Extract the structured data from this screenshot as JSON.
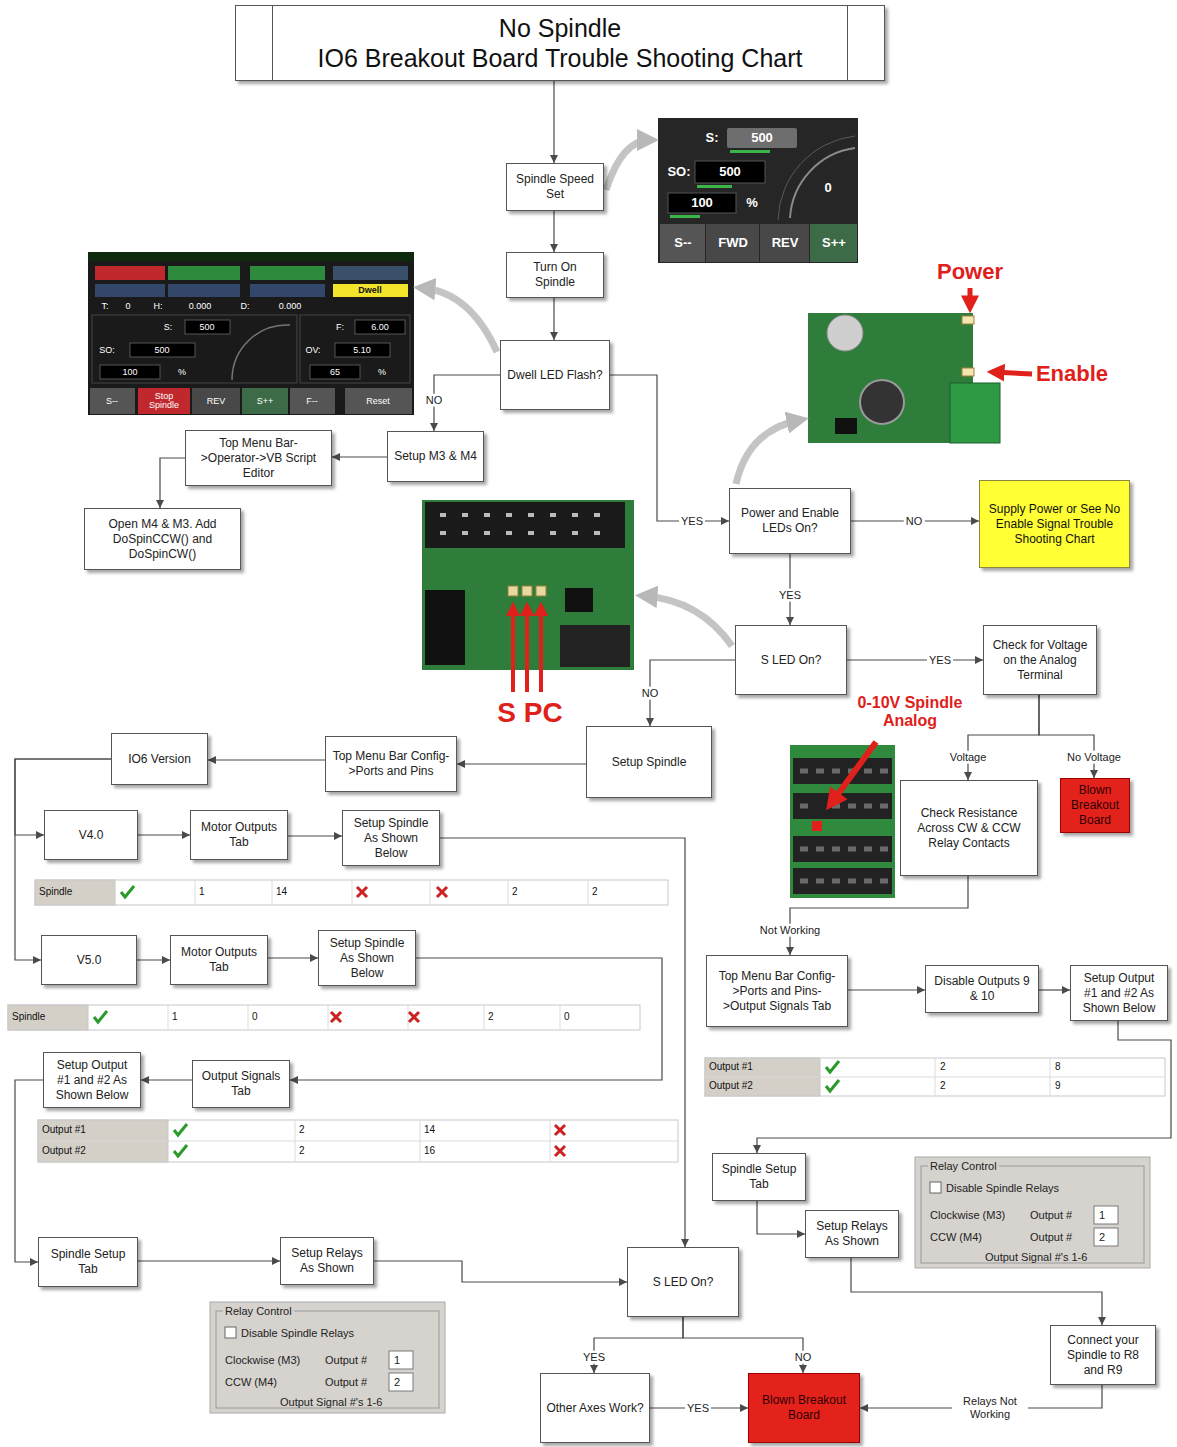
{
  "diagram": {
    "nodes": [
      {
        "text": [
          "No Spindle",
          "IO6 Breakout Board Trouble Shooting Chart"
        ]
      },
      {
        "text": [
          "Spindle Speed Set"
        ]
      },
      {
        "text": [
          "Turn On Spindle"
        ]
      },
      {
        "text": [
          "Dwell LED Flash?"
        ]
      },
      {
        "text": [
          "Setup M3 & M4"
        ]
      },
      {
        "text": [
          "Top Menu Bar->Operator->VB Script Editor"
        ]
      },
      {
        "text": [
          "Open M4 & M3. Add DoSpinCCW() and DoSpinCW()"
        ]
      },
      {
        "text": [
          "Power and Enable LEDs On?"
        ]
      },
      {
        "text": [
          "Supply Power or See No Enable Signal Trouble Shooting Chart"
        ]
      },
      {
        "text": [
          "S LED On?"
        ]
      },
      {
        "text": [
          "Check for Voltage on the Analog Terminal"
        ]
      },
      {
        "text": [
          "Blown Breakout Board"
        ]
      },
      {
        "text": [
          "Check Resistance Across CW & CCW Relay Contacts"
        ]
      },
      {
        "text": [
          "Setup Spindle"
        ]
      },
      {
        "text": [
          "Top Menu Bar Config->Ports and Pins"
        ]
      },
      {
        "text": [
          "IO6 Version"
        ]
      },
      {
        "text": [
          "V4.0"
        ]
      },
      {
        "text": [
          "Motor Outputs Tab"
        ]
      },
      {
        "text": [
          "Setup Spindle As Shown Below"
        ]
      },
      {
        "text": [
          "V5.0"
        ]
      },
      {
        "text": [
          "Motor Outputs Tab"
        ]
      },
      {
        "text": [
          "Setup Spindle As Shown Below"
        ]
      },
      {
        "text": [
          "Top Menu Bar Config->Ports and Pins->Output Signals Tab"
        ]
      },
      {
        "text": [
          "Disable Outputs 9 & 10"
        ]
      },
      {
        "text": [
          "Setup Output #1 and #2 As Shown Below"
        ]
      },
      {
        "text": [
          "Setup Output #1 and #2 As Shown Below"
        ]
      },
      {
        "text": [
          "Output Signals Tab"
        ]
      },
      {
        "text": [
          "Spindle Setup Tab"
        ]
      },
      {
        "text": [
          "Setup Relays As Shown"
        ]
      },
      {
        "text": [
          "Connect your Spindle to R8 and R9"
        ]
      },
      {
        "text": [
          "Spindle Setup Tab"
        ]
      },
      {
        "text": [
          "Setup Relays As Shown"
        ]
      },
      {
        "text": [
          "S LED On?"
        ]
      },
      {
        "text": [
          "Other Axes Work?"
        ]
      },
      {
        "text": [
          "Blown Breakout Board"
        ]
      }
    ],
    "edges": [
      {
        "from": 0,
        "to": 1,
        "arrow": "to"
      },
      {
        "from": 1,
        "to": 2,
        "arrow": "to"
      },
      {
        "from": 2,
        "to": 3,
        "arrow": "to"
      },
      {
        "from": 3,
        "to": 4,
        "label": "NO",
        "arrow": "to"
      },
      {
        "from": 4,
        "to": 5,
        "arrow": "to"
      },
      {
        "from": 5,
        "to": 6,
        "arrow": "to"
      },
      {
        "from": 3,
        "to": 7,
        "label": "YES",
        "arrow": "to"
      },
      {
        "from": 7,
        "to": 8,
        "label": "NO",
        "arrow": "to"
      },
      {
        "from": 7,
        "to": 9,
        "label": "YES",
        "arrow": "to"
      },
      {
        "from": 9,
        "to": 10,
        "label": "YES",
        "arrow": "to"
      },
      {
        "from": 9,
        "to": 13,
        "label": "NO",
        "arrow": "to"
      },
      {
        "from": 10,
        "to": 12,
        "label": "Voltage",
        "arrow": "to"
      },
      {
        "from": 10,
        "to": 11,
        "label": "No Voltage",
        "arrow": "to"
      },
      {
        "from": 12,
        "to": 22,
        "label": "Not Working",
        "arrow": "to"
      },
      {
        "from": 13,
        "to": 14,
        "arrow": "to"
      },
      {
        "from": 14,
        "to": 15,
        "arrow": "to"
      },
      {
        "from": 15,
        "to": 16,
        "arrow": "to"
      },
      {
        "from": 15,
        "to": 19,
        "arrow": "to"
      },
      {
        "from": 16,
        "to": 17,
        "arrow": "to"
      },
      {
        "from": 17,
        "to": 18,
        "arrow": "to"
      },
      {
        "from": 18,
        "to": 32,
        "arrow": "to"
      },
      {
        "from": 19,
        "to": 20,
        "arrow": "to"
      },
      {
        "from": 20,
        "to": 21,
        "arrow": "to"
      },
      {
        "from": 21,
        "to": 26,
        "arrow": "to"
      },
      {
        "from": 26,
        "to": 25,
        "arrow": "to"
      },
      {
        "from": 25,
        "to": 30,
        "arrow": "to"
      },
      {
        "from": 30,
        "to": 31,
        "arrow": "to"
      },
      {
        "from": 31,
        "to": 32,
        "arrow": "to"
      },
      {
        "from": 22,
        "to": 23,
        "arrow": "to"
      },
      {
        "from": 23,
        "to": 24,
        "arrow": "to"
      },
      {
        "from": 24,
        "to": 27,
        "arrow": "to"
      },
      {
        "from": 27,
        "to": 28,
        "arrow": "to"
      },
      {
        "from": 28,
        "to": 29,
        "arrow": "to"
      },
      {
        "from": 32,
        "to": 33,
        "label": "YES",
        "arrow": "to"
      },
      {
        "from": 32,
        "to": 34,
        "label": "NO",
        "arrow": "to"
      },
      {
        "from": 33,
        "to": 34,
        "label": "YES",
        "arrow": "to"
      },
      {
        "from": 29,
        "to": 34,
        "label": "Relays Not Working",
        "arrow": "to"
      }
    ],
    "labels": [
      "S:",
      "500",
      "SO:",
      "500",
      "100",
      "%",
      "0",
      "S--",
      "FWD",
      "REV",
      "S++",
      "Dwell",
      "T:",
      "0",
      "H:",
      "0.000",
      "D:",
      "0.000",
      "S:",
      "500",
      "SO:",
      "500",
      "100",
      "%",
      "F:",
      "6.00",
      "OV:",
      "5.10",
      "65",
      "%",
      "S--",
      "Stop Spindle",
      "REV",
      "S++",
      "F--",
      "Reset",
      "Power",
      "Enable",
      "S PC",
      "0-10V Spindle Analog",
      "Spindle",
      "1",
      "14",
      "2",
      "2",
      "Spindle",
      "1",
      "0",
      "2",
      "0",
      "Output #1",
      "2",
      "8",
      "Output #2",
      "2",
      "9",
      "Output #1",
      "2",
      "14",
      "Output #2",
      "2",
      "16",
      "Relay Control",
      "Disable Spindle Relays",
      "Clockwise (M3)",
      "Output #",
      "1",
      "CCW (M4)",
      "Output #",
      "2",
      "Output Signal #'s 1-6",
      "Relay Control",
      "Disable Spindle Relays",
      "Clockwise (M3)",
      "Output #",
      "1",
      "CCW (M4)",
      "Output #",
      "2",
      "Output Signal #'s 1-6"
    ]
  }
}
